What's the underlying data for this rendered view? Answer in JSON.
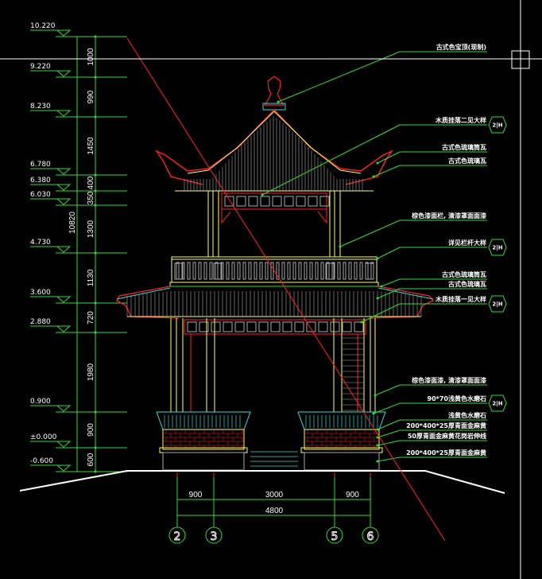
{
  "drawing": {
    "colors": {
      "background": "#000000",
      "dimension": "#33dd33",
      "outline": "#ffff66",
      "roof": "#ff2222",
      "detail": "#aaaaaa",
      "accent": "#33dddd",
      "text": "#ffffff"
    },
    "elevations": [
      "10.220",
      "9.220",
      "8.230",
      "6.780",
      "6.380",
      "6.030",
      "4.730",
      "3.600",
      "2.880",
      "0.900",
      "±0.000",
      "-0.600"
    ],
    "vertical_dims": [
      "1000",
      "990",
      "1450",
      "400",
      "350",
      "1300",
      "1130",
      "720",
      "1980",
      "900",
      "600"
    ],
    "total_height": "10820",
    "horizontal_dims": [
      "900",
      "3000",
      "900"
    ],
    "total_width": "4800",
    "axes": [
      "2",
      "3",
      "5",
      "6"
    ],
    "notes": [
      {
        "text": "古式色宝顶(现制)",
        "ref": ""
      },
      {
        "text": "木质挂落二见大样",
        "ref": "2|H"
      },
      {
        "text": "古式色琉璃筒瓦",
        "ref": ""
      },
      {
        "text": "古式色琉璃瓦",
        "ref": ""
      },
      {
        "text": "棕色漆面栏, 清漆罩面面漆",
        "ref": ""
      },
      {
        "text": "详见栏杆大样",
        "ref": "2|H"
      },
      {
        "text": "古式色琉璃筒瓦",
        "ref": ""
      },
      {
        "text": "古式色琉璃瓦",
        "ref": ""
      },
      {
        "text": "木质挂落一见大样",
        "ref": "2|H"
      },
      {
        "text": "棕色漆面漆, 清漆罩面面漆",
        "ref": ""
      },
      {
        "text": "90*70浅黄色水磨石",
        "ref": "2|H"
      },
      {
        "text": "浅黄色水磨石",
        "ref": ""
      },
      {
        "text": "200*400*25厚青面金麻黄",
        "ref": ""
      },
      {
        "text": "50厚青面金麻黄花岗岩伸线",
        "ref": ""
      },
      {
        "text": "200*400*25厚青面金麻黄",
        "ref": ""
      }
    ]
  }
}
